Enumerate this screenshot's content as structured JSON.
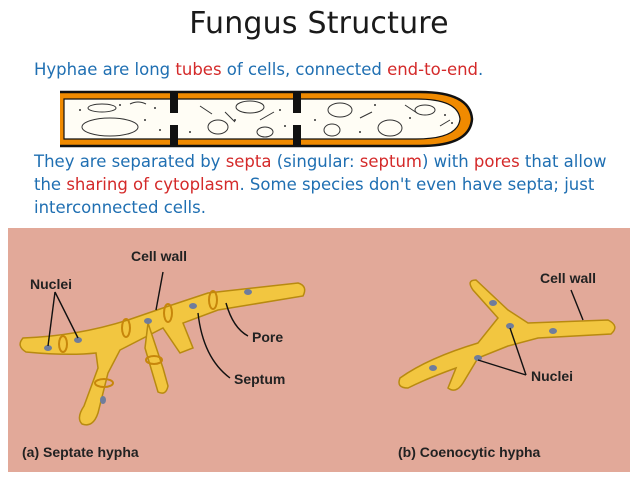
{
  "slide": {
    "title": "Fungus Structure",
    "line1": {
      "t1": "Hyphae are long ",
      "r1": "tubes",
      "t2": " of cells, connected ",
      "r2": "end-to-end",
      "t3": "."
    },
    "para2": {
      "t1": "They are separated by ",
      "r1": "septa",
      "t2": " (singular: ",
      "r2": "septum",
      "t3": ") with ",
      "r3": "pores",
      "t4": " that allow the ",
      "r4": "sharing of cytoplasm",
      "t5": ". Some species don't even have septa; just interconnected cells."
    }
  },
  "figure": {
    "labels": {
      "cell_wall_left": "Cell wall",
      "nuclei_left": "Nuclei",
      "pore": "Pore",
      "septum": "Septum",
      "caption_a": "(a) Septate hypha",
      "cell_wall_right": "Cell wall",
      "nuclei_right": "Nuclei",
      "caption_b": "(b) Coenocytic hypha"
    },
    "colors": {
      "text_blue": "#1f6fb2",
      "text_red": "#d42a2a",
      "panel_bg": "#e2a999",
      "hypha_fill": "#f2c640",
      "septum_orange": "#f08a00"
    }
  }
}
